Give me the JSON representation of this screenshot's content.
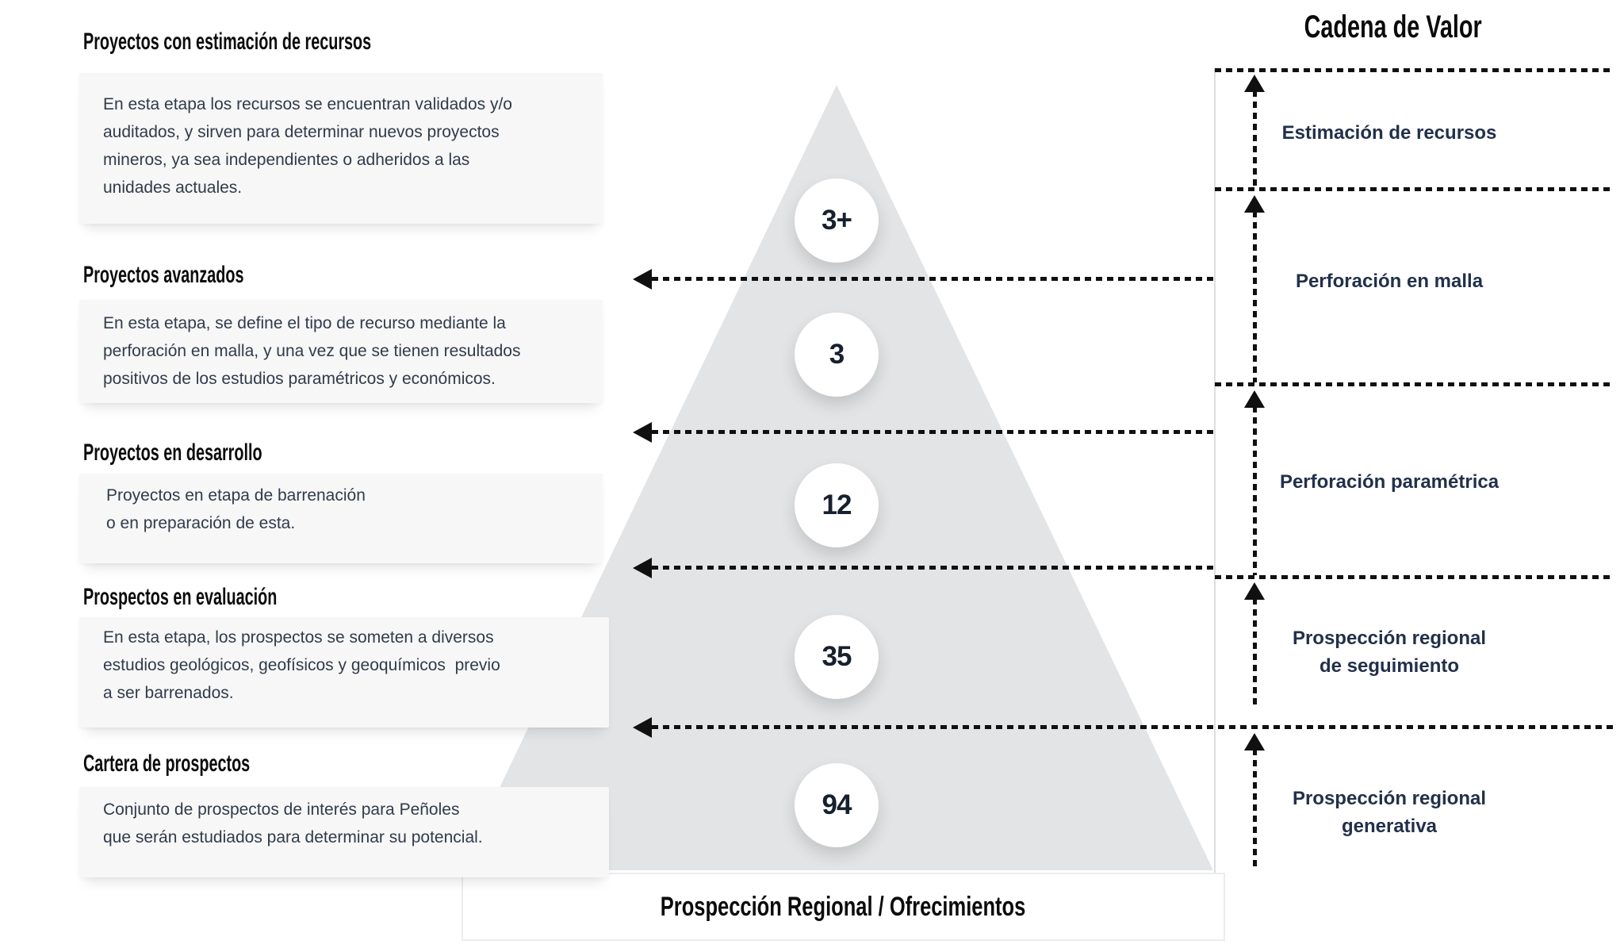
{
  "left_sections": [
    {
      "heading": "Proyectos con estimación de recursos",
      "body": "En esta etapa los recursos se encuentran validados y/o\nauditados, y sirven para determinar nuevos proyectos\nmineros, ya sea independientes o adheridos a las\nunidades actuales."
    },
    {
      "heading": "Proyectos avanzados",
      "body": "En esta etapa, se define el tipo de recurso mediante la\nperforación en malla, y una vez que se tienen resultados\npositivos de los estudios paramétricos y económicos."
    },
    {
      "heading": "Proyectos en desarrollo",
      "body": "Proyectos en etapa de barrenación\no en preparación de esta."
    },
    {
      "heading": "Prospectos en evaluación",
      "body": "En esta etapa, los prospectos se someten a diversos\nestudios geológicos, geofísicos y geoquímicos  previo\na ser barrenados."
    },
    {
      "heading": "Cartera de prospectos",
      "body": "Conjunto de prospectos de interés para Peñoles\nque serán estudiados para determinar su potencial."
    }
  ],
  "pyramid": {
    "levels": [
      {
        "value": "3+"
      },
      {
        "value": "3"
      },
      {
        "value": "12"
      },
      {
        "value": "35"
      },
      {
        "value": "94"
      }
    ]
  },
  "value_chain": {
    "title": "Cadena de Valor",
    "stages": [
      {
        "label": "Estimación de recursos"
      },
      {
        "label": "Perforación en malla"
      },
      {
        "label": "Perforación paramétrica"
      },
      {
        "label": "Prospección regional\nde seguimiento"
      },
      {
        "label": "Prospección regional\ngenerativa"
      }
    ]
  },
  "bottom_bar": {
    "label": "Prospección Regional / Ofrecimientos"
  },
  "colors": {
    "pyramid": "#e2e4e6",
    "panel_label_text": "#22304a",
    "body_text": "#313b49",
    "heading_text": "#0b0b0c",
    "dotted_line": "#101010",
    "box_background": "#f7f7f8"
  }
}
